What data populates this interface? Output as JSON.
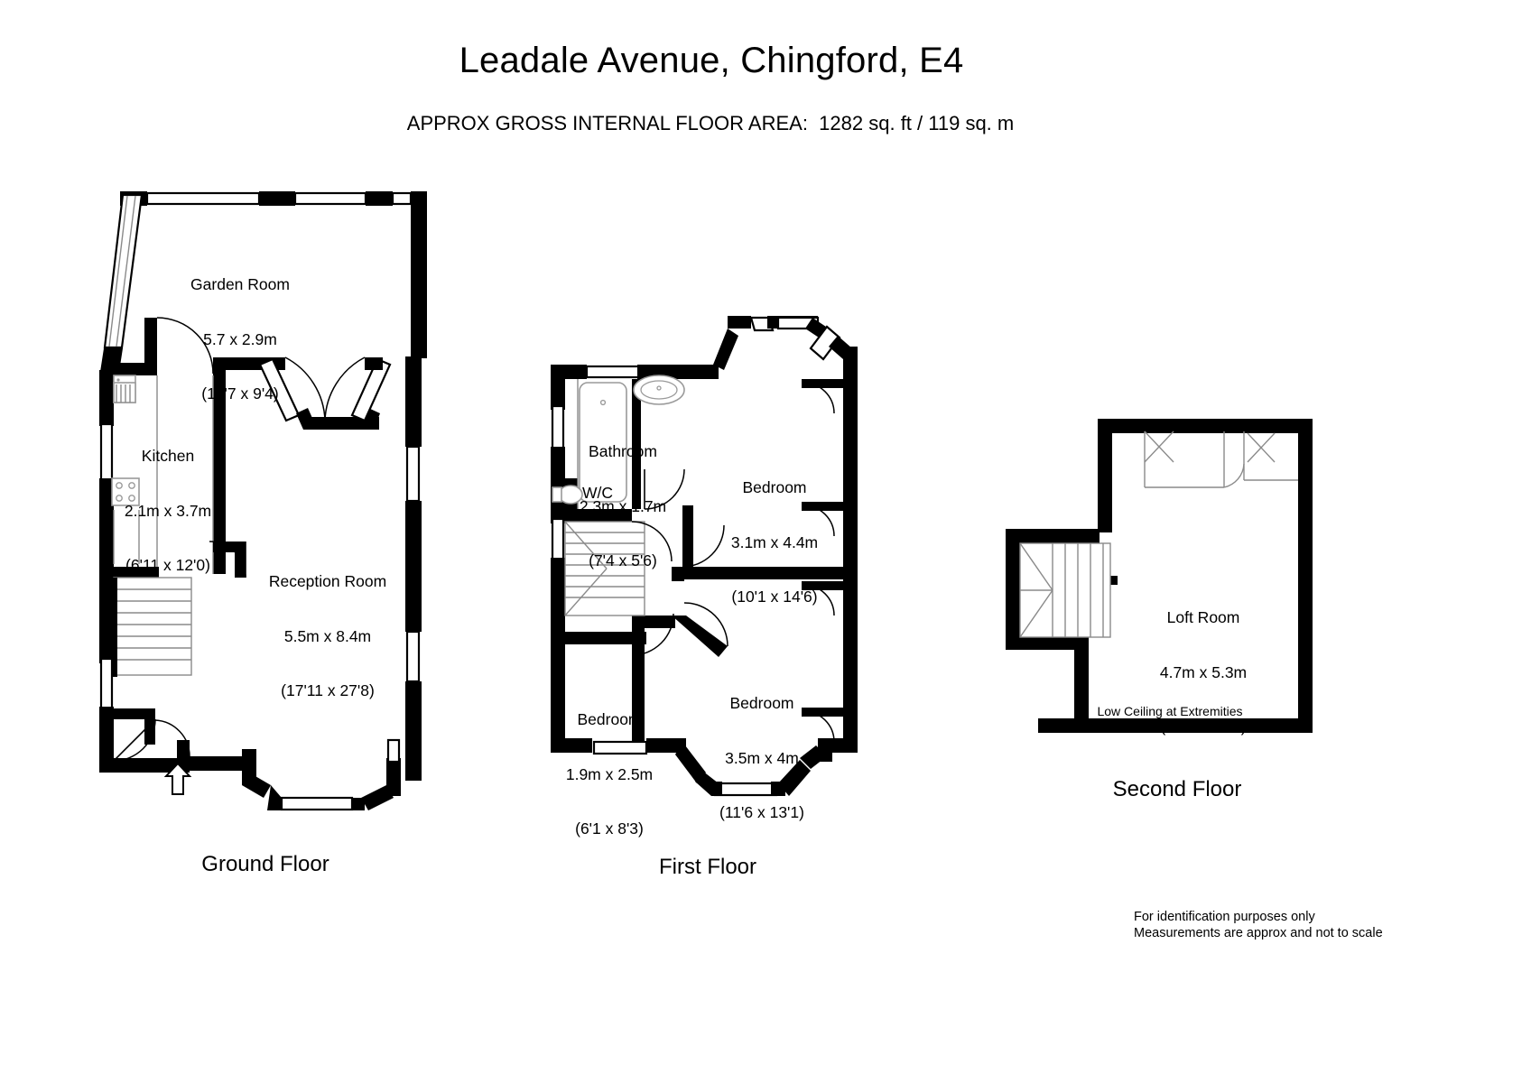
{
  "document": {
    "title": "Leadale Avenue, Chingford, E4",
    "area_subtitle": "APPROX GROSS INTERNAL FLOOR AREA:  1282 sq. ft / 119 sq. m",
    "disclaimer_line1": "For identification purposes only",
    "disclaimer_line2": "Measurements are approx and not to scale"
  },
  "floors": [
    {
      "id": "ground-floor",
      "caption": "Ground Floor",
      "rooms": [
        {
          "name": "Garden Room",
          "metric": "5.7 x 2.9m",
          "imperial": "(18'7 x 9'4)"
        },
        {
          "name": "Kitchen",
          "metric": "2.1m x 3.7m",
          "imperial": "(6'11 x 12'0)"
        },
        {
          "name": "Reception Room",
          "metric": "5.5m x 8.4m",
          "imperial": "(17'11 x 27'8)"
        }
      ]
    },
    {
      "id": "first-floor",
      "caption": "First Floor",
      "rooms": [
        {
          "name": "Bathroom",
          "metric": "2.3m x 1.7m",
          "imperial": "(7'4 x 5'6)"
        },
        {
          "name": "W/C",
          "metric": "",
          "imperial": ""
        },
        {
          "name": "Bedroom",
          "metric": "3.1m x 4.4m",
          "imperial": "(10'1 x 14'6)"
        },
        {
          "name": "Bedroom",
          "metric": "3.5m x 4m",
          "imperial": "(11'6 x 13'1)"
        },
        {
          "name": "Bedroom",
          "metric": "1.9m x 2.5m",
          "imperial": "(6'1 x 8'3)"
        }
      ]
    },
    {
      "id": "second-floor",
      "caption": "Second Floor",
      "rooms": [
        {
          "name": "Loft Room",
          "metric": "4.7m x 5.3m",
          "imperial": "(15'3 x 17'4)"
        }
      ],
      "annotation": "Low Ceiling at Extremities"
    }
  ],
  "colors": {
    "wall": "#000000",
    "background": "#ffffff",
    "fixture_outline": "#9a9a9a"
  },
  "icons": {
    "entrance": "entrance-arrow-icon",
    "stairs": "staircase-icon",
    "bath": "bathtub-icon",
    "sink": "washbasin-icon",
    "toilet": "toilet-icon",
    "hob": "cooker-hob-icon",
    "kitchen_sink": "kitchen-sink-icon"
  }
}
